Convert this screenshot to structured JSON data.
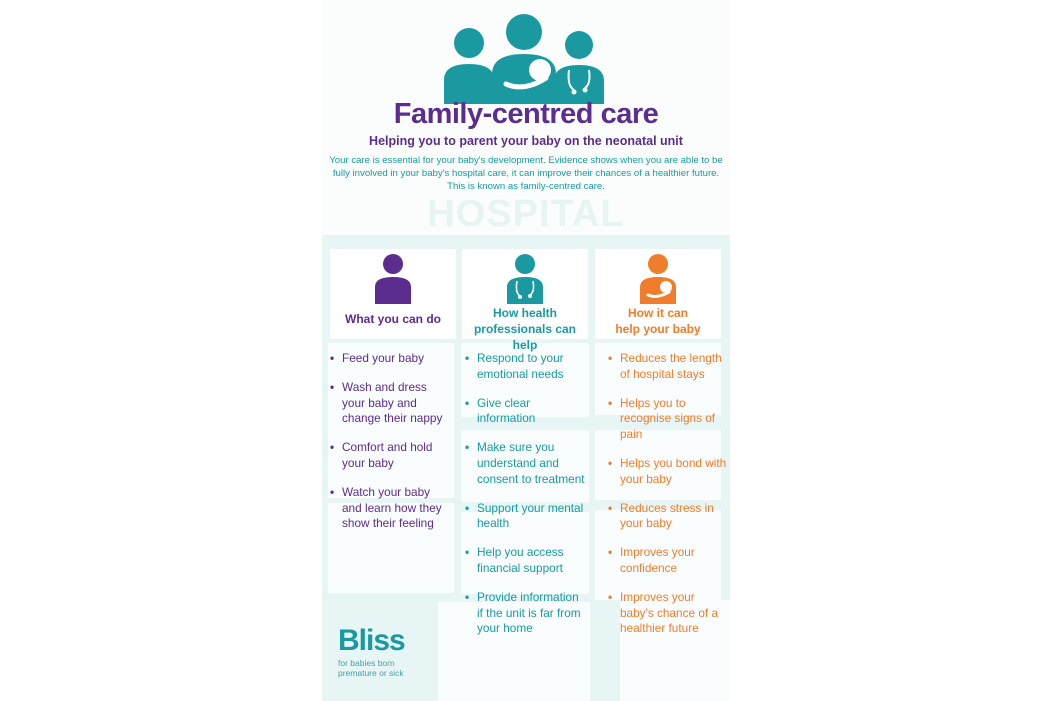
{
  "header": {
    "title": "Family-centred care",
    "subtitle": "Helping you to parent your baby on the neonatal unit",
    "intro": "Your care is essential for your baby's development. Evidence shows when you are able to be fully involved in your baby's hospital care, it can improve their chances of a healthier future. This is known as family-centred care.",
    "watermark": "HOSPITAL"
  },
  "columns": [
    {
      "heading_lines": [
        "What you can do"
      ],
      "icon": "parent-person-icon",
      "color": "#5b2d8f",
      "items": [
        "Feed your baby",
        "Wash and dress your baby and change their nappy",
        "Comfort and hold your baby",
        "Watch your baby and learn how they show their feeling"
      ]
    },
    {
      "heading_lines": [
        "How health",
        "professionals can help"
      ],
      "icon": "doctor-stethoscope-icon",
      "color": "#1a9aa0",
      "items": [
        "Respond to your emotional needs",
        "Give clear information",
        "Make sure you understand and consent to treatment",
        "Support your mental health",
        "Help you access financial support",
        "Provide information if the unit is far from your home"
      ]
    },
    {
      "heading_lines": [
        "How it can",
        "help your baby"
      ],
      "icon": "parent-holding-baby-icon",
      "color": "#ef7d2c",
      "items": [
        "Reduces the length of hospital stays",
        "Helps you to recognise signs of pain",
        "Helps you bond with your baby",
        "Reduces stress in your baby",
        "Improves your confidence",
        "Improves your baby's chance of a healthier future"
      ]
    }
  ],
  "logo": {
    "name": "Bliss",
    "tagline_lines": [
      "for babies born",
      "premature or sick"
    ]
  }
}
